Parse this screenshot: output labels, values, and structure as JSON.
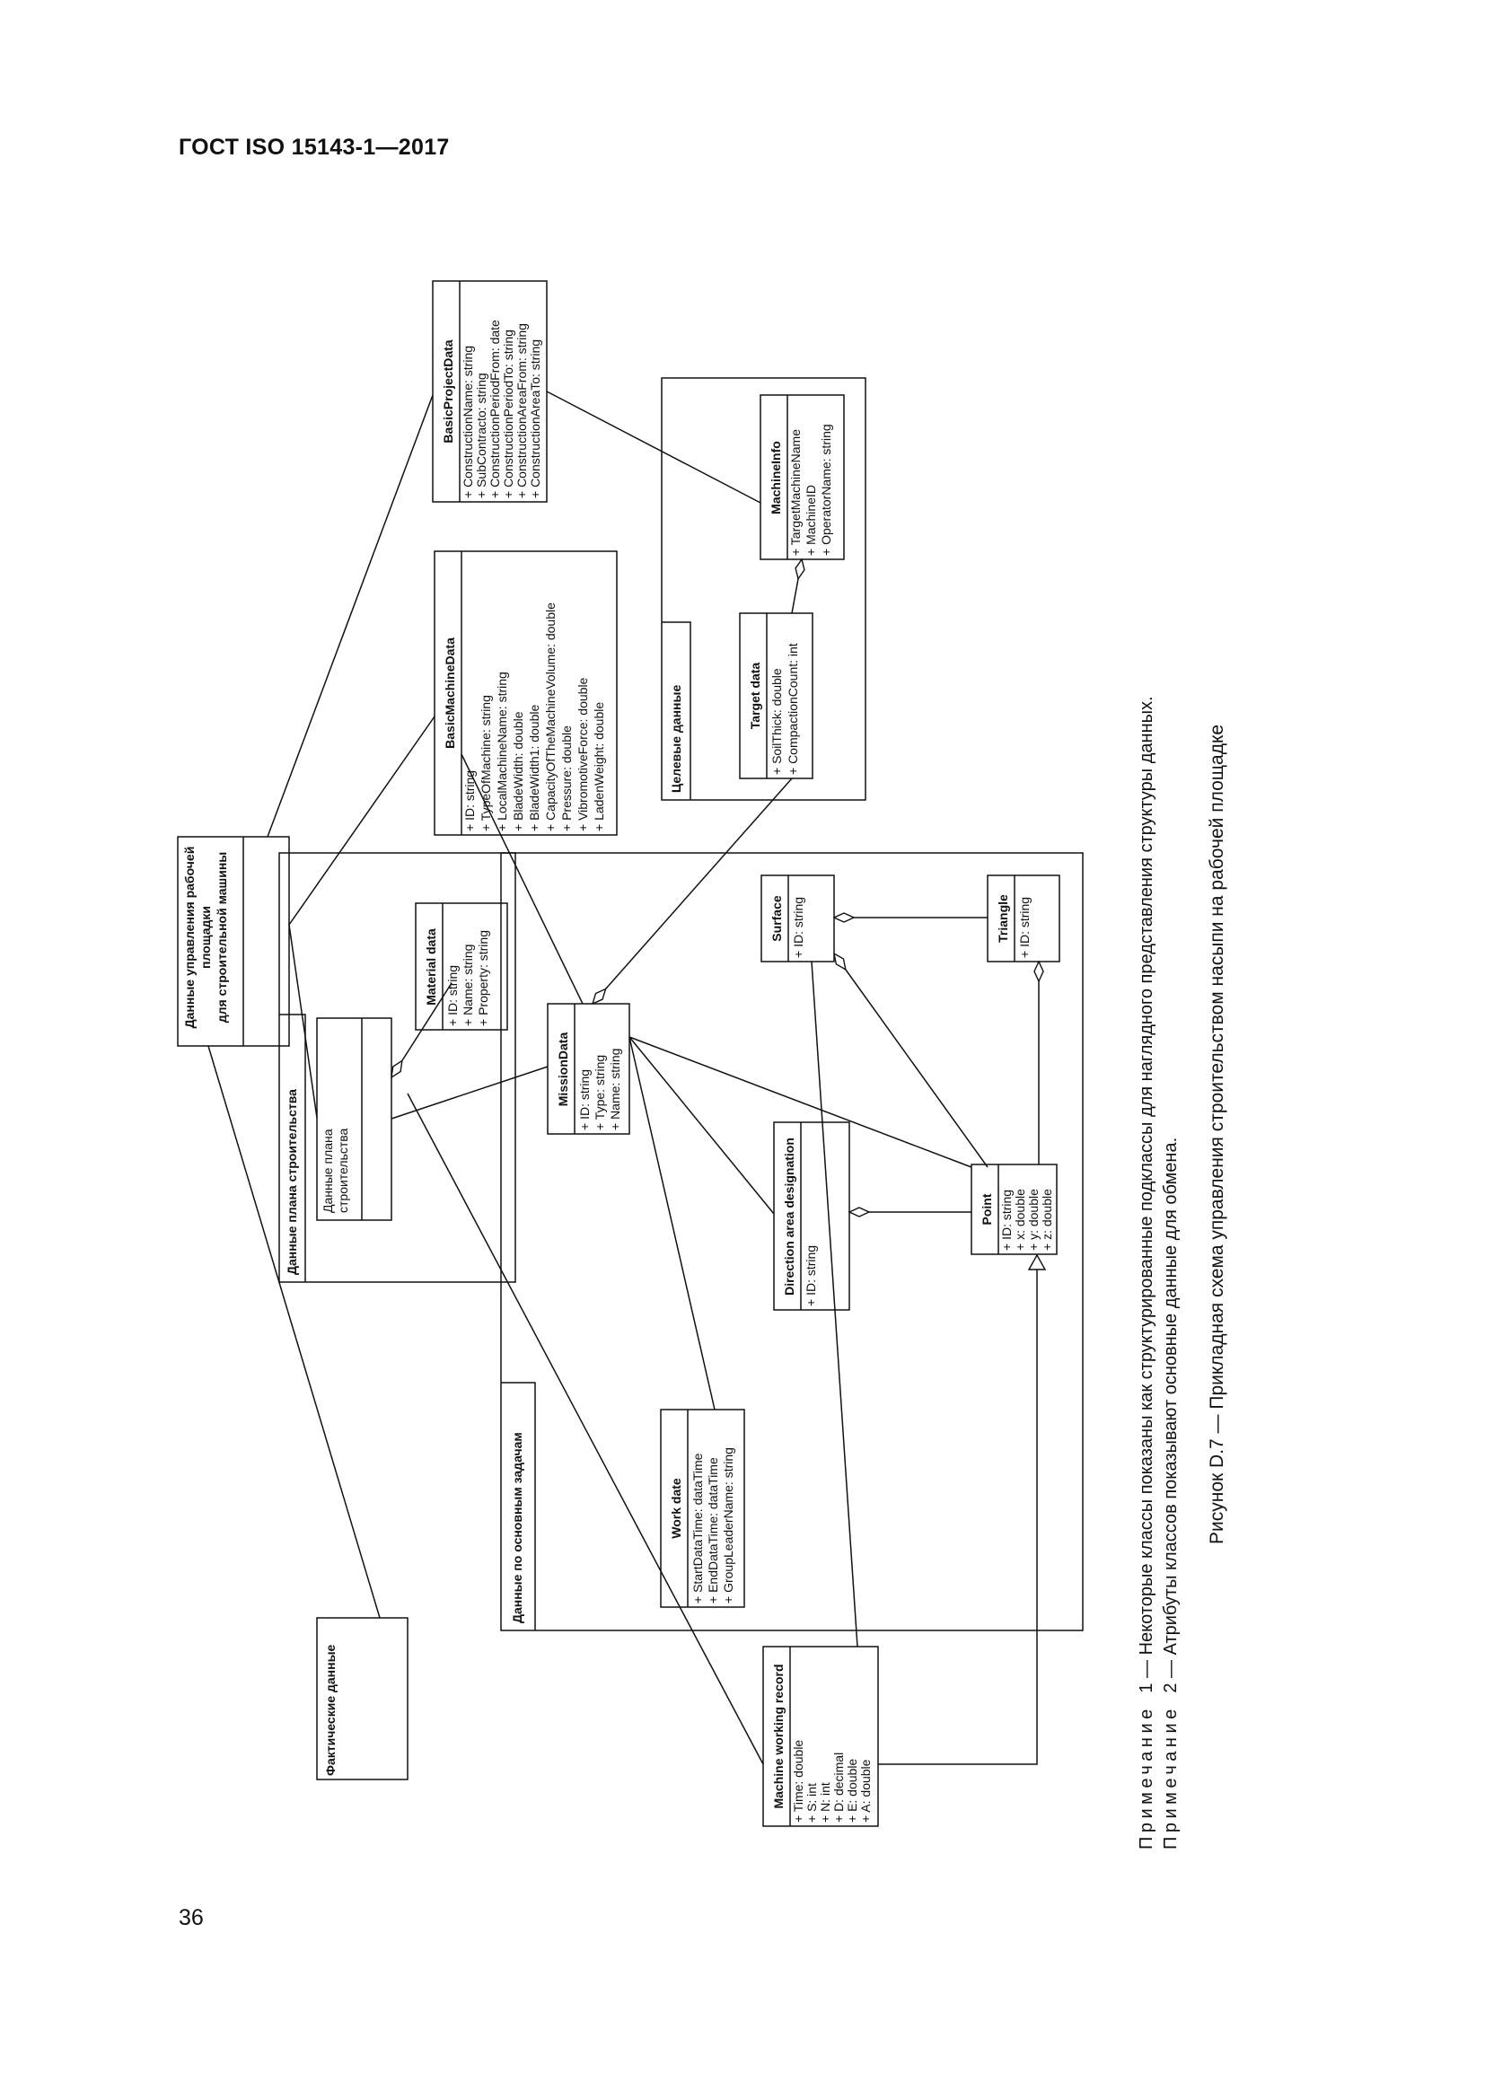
{
  "header": {
    "title": "ГОСТ ISO 15143-1—2017"
  },
  "page_number": "36",
  "packages": {
    "work_tasks": "Данные по основным задачам",
    "construction_plan": "Данные плана строительства",
    "target": "Целевые данные",
    "actual": "Фактические данные"
  },
  "classes": {
    "site_mgmt": {
      "title_lines": [
        "Данные управления рабочей",
        "площадки",
        "для строительной машины"
      ]
    },
    "basic_project": {
      "title": "BasicProjectData",
      "attrs": [
        "+ ConstructionName: string",
        "+ SubContracto: string",
        "+ ConstructionPeriodFrom: date",
        "+ ConstructionPeriodTo: string",
        "+ ConstructionAreaFrom: string",
        "+ ConstructionAreaTo: string"
      ]
    },
    "basic_machine": {
      "title": "BasicMachineData",
      "attrs": [
        "+ ID: string",
        "+ TypeOfMachine: string",
        "+ LocalMachineName: string",
        "+ BladeWidth: double",
        "+ BladeWidth1: double",
        "+ CapacityOfTheMachineVolume: double",
        "+ Pressure: double",
        "+ VibromotiveForce: double",
        "+ LadenWeight: double"
      ]
    },
    "machine_info": {
      "title": "MachineInfo",
      "attrs": [
        "+ TargetMachineName",
        "+ MachineID",
        "+ OperatorName: string"
      ]
    },
    "target_data": {
      "title": "Target data",
      "attrs": [
        "+ SoilThick: double",
        "+ CompactionCount: int"
      ]
    },
    "material": {
      "title": "Material data",
      "attrs": [
        "+ ID: string",
        "+ Name: string",
        "+ Property: string"
      ]
    },
    "plan_data": {
      "title_lines": [
        "Данные плана",
        "строительства"
      ]
    },
    "mission": {
      "title": "MissionData",
      "attrs": [
        "+ ID: string",
        "+ Type: string",
        "+ Name: string"
      ]
    },
    "surface": {
      "title": "Surface",
      "attrs": [
        "+ ID: string"
      ]
    },
    "triangle": {
      "title": "Triangle",
      "attrs": [
        "+ ID: string"
      ]
    },
    "direction": {
      "title": "Direction area designation",
      "attrs": [
        "+ ID: string"
      ]
    },
    "point": {
      "title": "Point",
      "attrs": [
        "+ ID: string",
        "+ x: double",
        "+ y: double",
        "+ z: double"
      ]
    },
    "work_date": {
      "title": "Work date",
      "attrs": [
        "+ StartDataTime: dataTime",
        "+ EndDataTime: dataTime",
        "+ GroupLeaderName: string"
      ]
    },
    "machine_record": {
      "title": "Machine working record",
      "attrs": [
        "+ Time: double",
        "+ S: int",
        "+ N: int",
        "+ D: decimal",
        "+ E: double",
        "+ A: double"
      ]
    }
  },
  "notes": {
    "note1_label": "Примечание",
    "note1_text": "1 — Некоторые классы показаны как структурированные подклассы для наглядного представления структуры данных.",
    "note2_label": "Примечание",
    "note2_text": "2 — Атрибуты классов показывают основные данные для обмена."
  },
  "caption": "Рисунок D.7 — Прикладная схема управления строительством насыпи на рабочей площадке"
}
